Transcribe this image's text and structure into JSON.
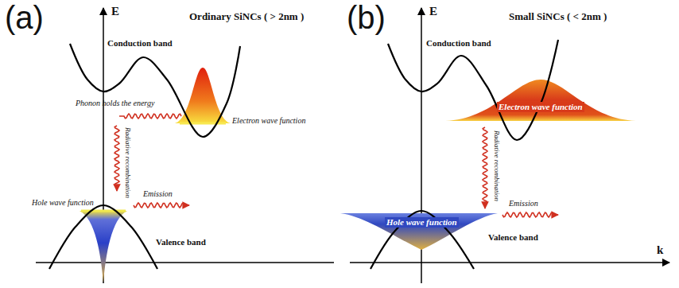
{
  "diagram": {
    "labels": [
      "(a)",
      "Ordinary SiNCs ( > 2nm )",
      "E",
      "Conduction band",
      "Phonon holds the energy",
      "Electron wave function",
      "Radiative recombination",
      "Emission",
      "Hole wave function",
      "Valence band",
      "(b)",
      "Small SiNCs ( < 2nm )",
      "E",
      "Conduction band",
      "Electron wave function",
      "Radiative recombination",
      "Emission",
      "Hole wave function",
      "Valence band",
      "k"
    ]
  }
}
